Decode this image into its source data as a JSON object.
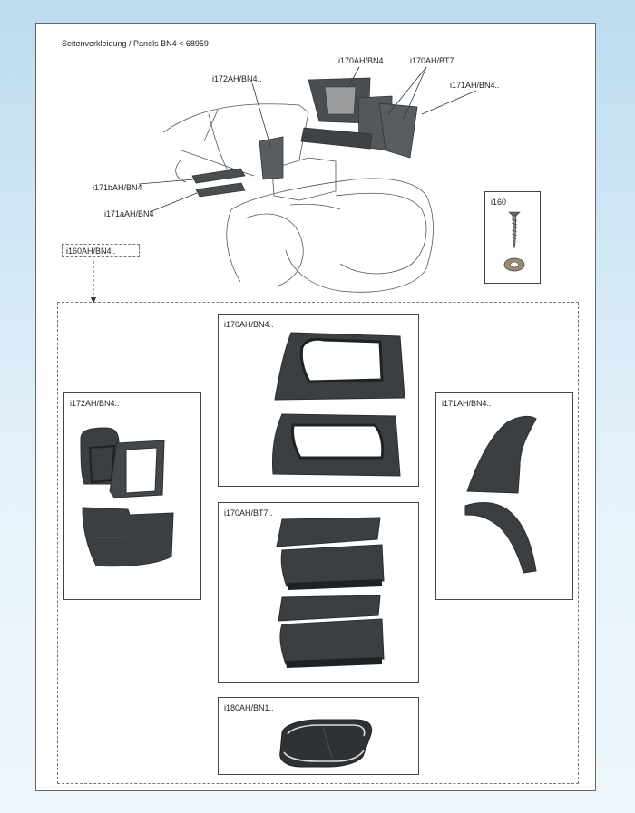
{
  "title": "Seitenverkleidung / Panels BN4 < 68959",
  "callouts": {
    "c170bn4": "i170AH/BN4..",
    "c170bt7": "i170AH/BT7..",
    "c171bn4": "i171AH/BN4..",
    "c172bn4": "i172AH/BN4..",
    "c171b": "i171bAH/BN4",
    "c171a": "i171aAH/BN4",
    "c160": "i160AH/BN4.."
  },
  "boxes": {
    "i160": "i160",
    "i172": "i172AH/BN4..",
    "i170bn4": "i170AH/BN4..",
    "i171": "i171AH/BN4..",
    "i170bt7": "i170AH/BT7..",
    "i180": "i180AH/BN1.."
  },
  "colors": {
    "panel": "#3b3f41",
    "panel_edge": "#2a2d2f",
    "line": "#444444"
  }
}
